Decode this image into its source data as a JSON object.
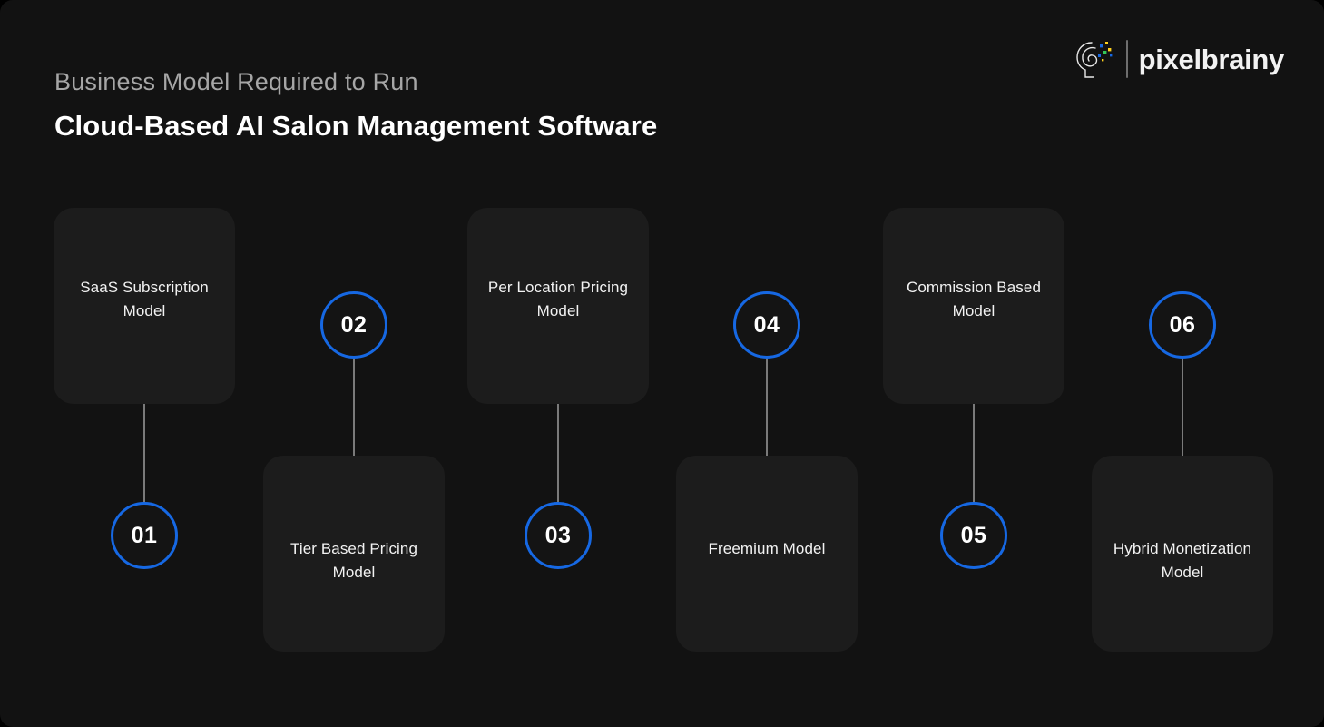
{
  "brand": {
    "name": "pixelbrainy",
    "logo_icon": "brain-spiral-icon",
    "accent_dots": [
      "#ffd21e",
      "#1668e3",
      "#35c759"
    ]
  },
  "header": {
    "eyebrow": "Business Model Required to Run",
    "headline": "Cloud-Based AI Salon Management Software"
  },
  "theme": {
    "background": "#121212",
    "card_background": "#1c1c1c",
    "accent": "#1668e3",
    "connector": "#7a7a7a",
    "text_primary": "#ffffff",
    "text_muted": "#a6a6a6"
  },
  "diagram": {
    "type": "numbered-timeline",
    "item_count": 6,
    "items": [
      {
        "number": "01",
        "label": "SaaS Subscription Model",
        "position": "card-top-badge-bottom"
      },
      {
        "number": "02",
        "label": "Tier Based Pricing Model",
        "position": "badge-top-card-bottom"
      },
      {
        "number": "03",
        "label": "Per Location Pricing Model",
        "position": "card-top-badge-bottom"
      },
      {
        "number": "04",
        "label": "Freemium Model",
        "position": "badge-top-card-bottom"
      },
      {
        "number": "05",
        "label": "Commission Based Model",
        "position": "card-top-badge-bottom"
      },
      {
        "number": "06",
        "label": "Hybrid Monetization Model",
        "position": "badge-top-card-bottom"
      }
    ]
  }
}
